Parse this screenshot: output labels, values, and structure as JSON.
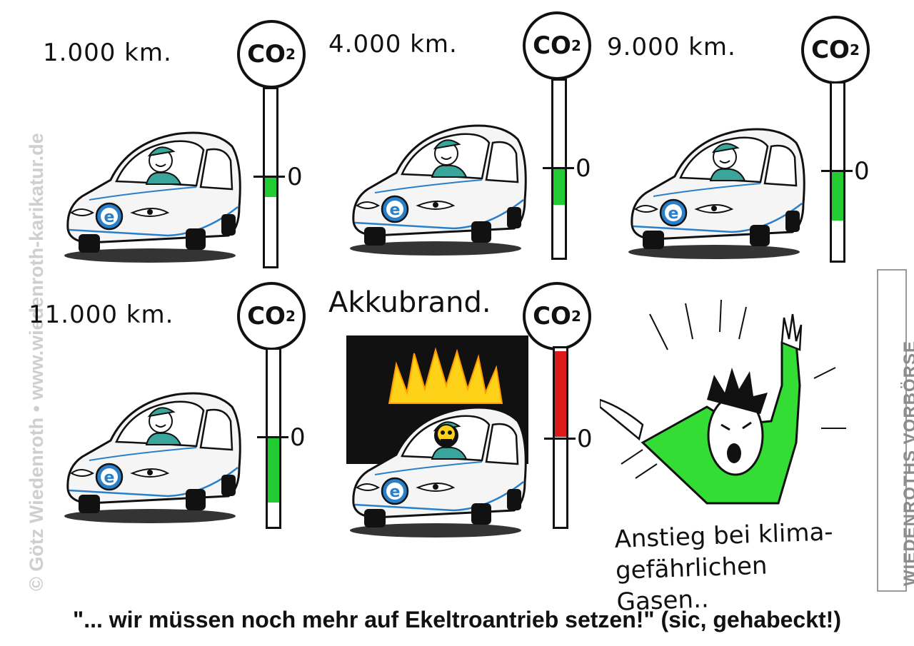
{
  "watermark_left": "© Götz Wiedenroth • www.wiedenroth-karikatur.de",
  "watermark_right": "WIEDENROTHS VORBÖRSE",
  "panels": [
    {
      "km": "1.000 km.",
      "sign": "CO",
      "sign_sub": "2",
      "zero": "0",
      "gauge_level": 0.3
    },
    {
      "km": "4.000 km.",
      "sign": "CO",
      "sign_sub": "2",
      "zero": "0",
      "gauge_level": 0.55
    },
    {
      "km": "9.000 km.",
      "sign": "CO",
      "sign_sub": "2",
      "zero": "0",
      "gauge_level": 0.75
    },
    {
      "km": "11.000 km.",
      "sign": "CO",
      "sign_sub": "2",
      "zero": "0",
      "gauge_level": 1.0
    },
    {
      "km": "Akkubrand.",
      "sign": "CO",
      "sign_sub": "2",
      "zero": "0",
      "gauge_level": -1.0
    }
  ],
  "car_badge": "e",
  "shout": {
    "line1": "Anstieg bei klima-",
    "line2": "gefährlichen Gasen.."
  },
  "caption": "\"... wir müssen noch mehr auf Ekeltroantrieb setzen!\" (sic, gehabeckt!)",
  "colors": {
    "green": "#22cc33",
    "red": "#dd1a1a",
    "car_blue": "#2a7fc9",
    "fire_yellow": "#ffd21a",
    "man_green": "#33dd33"
  }
}
